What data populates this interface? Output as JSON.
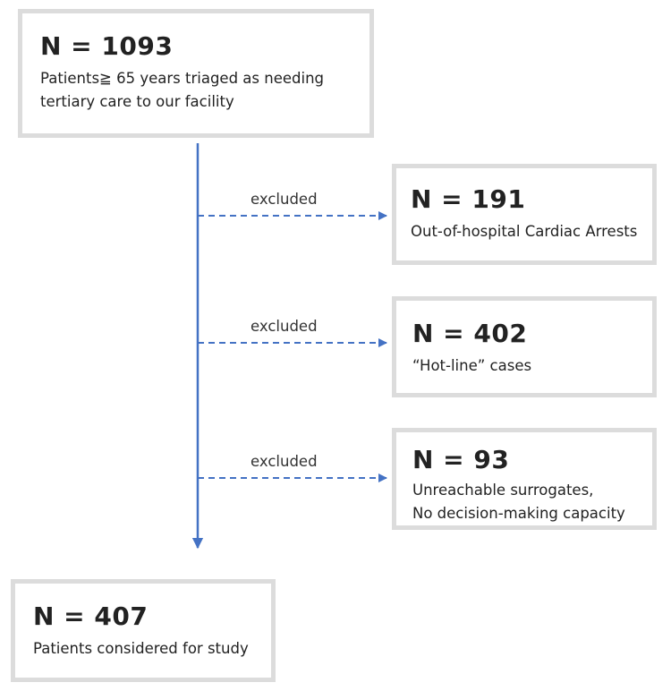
{
  "start": {
    "n": "N = 1093",
    "desc": [
      "Patients≧ 65 years triaged as needing",
      "tertiary care to our facility"
    ]
  },
  "exclusions": [
    {
      "label": "excluded",
      "n": "N = 191",
      "desc": [
        "Out-of-hospital Cardiac Arrests"
      ]
    },
    {
      "label": "excluded",
      "n": "N = 402",
      "desc": [
        "“Hot-line” cases"
      ]
    },
    {
      "label": "excluded",
      "n": "N = 93",
      "desc": [
        "Unreachable surrogates,",
        "No decision-making capacity"
      ]
    }
  ],
  "result": {
    "n": "N = 407",
    "desc": [
      "Patients considered for study"
    ]
  },
  "colors": {
    "arrow": "#4472c4",
    "box_border": "#dcdcdc"
  }
}
